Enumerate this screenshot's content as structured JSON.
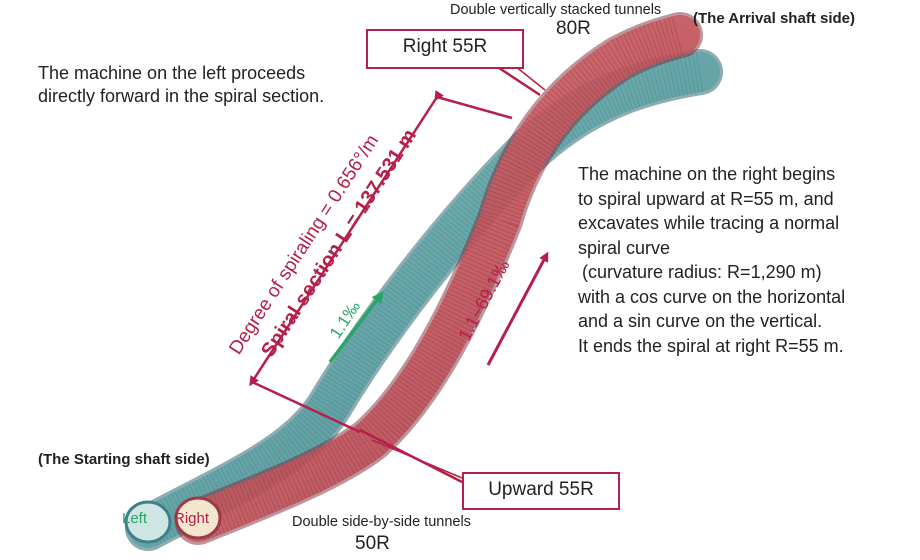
{
  "header": {
    "arrival_tunnels": "Double vertically stacked tunnels",
    "arrival_radius": "80R",
    "arrival_side": "(The Arrival shaft side)"
  },
  "left_machine_note": {
    "lines": [
      "The machine on the left proceeds",
      "directly forward in the spiral section."
    ]
  },
  "right_machine_note": {
    "lines": [
      "The machine on the right begins",
      "to spiral upward at R=55 m, and",
      "excavates while tracing a normal",
      "spiral curve",
      "(curvature radius: R=1,290 m)",
      "with a cos curve on the horizontal",
      "and a sin curve on the vertical.",
      "It ends the spiral at right R=55 m."
    ]
  },
  "callouts": {
    "right55": "Right 55R",
    "upward55": "Upward 55R"
  },
  "dimensions": {
    "spiraling_degree": "Degree of spiraling = 0.656°/m",
    "spiral_section": "Spiral section L = 137.531 m",
    "left_gradient": "1.1‰",
    "right_gradient": "1.1~69.1‰"
  },
  "start": {
    "side": "(The Starting shaft side)",
    "left_label": "Left",
    "right_label": "Right",
    "tunnels": "Double side-by-side tunnels",
    "radius": "50R"
  },
  "colors": {
    "accent_red": "#b5204a",
    "arrow_green": "#2aa56a",
    "tunnel_teal": "#5fa3a6",
    "tunnel_red": "#c8585e"
  }
}
